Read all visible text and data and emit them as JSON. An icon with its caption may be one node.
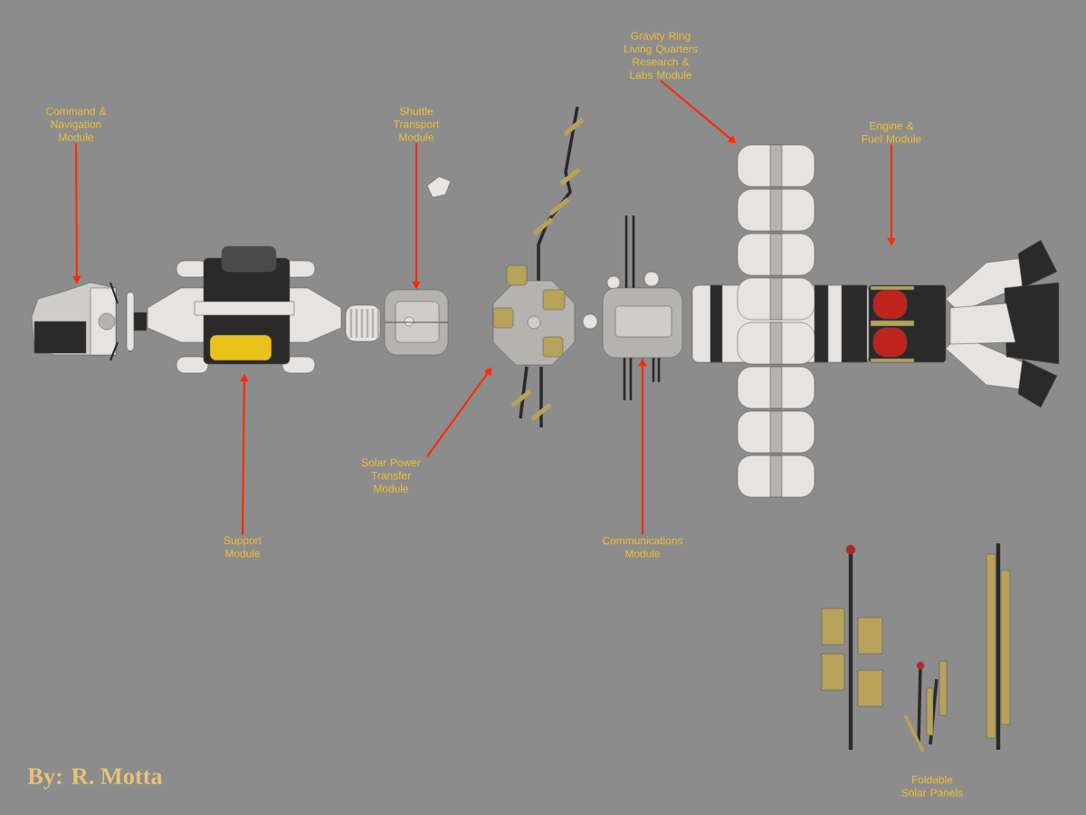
{
  "diagram": {
    "nodes": [
      {
        "text": [
          "Command & Navigation Module"
        ]
      },
      {
        "text": [
          "Shuttle Transport Module"
        ]
      },
      {
        "text": [
          "Gravity Ring Living Quarters Research & Labs Module"
        ]
      },
      {
        "text": [
          "Engine & Fuel Module"
        ]
      },
      {
        "text": [
          "Support Module"
        ]
      },
      {
        "text": [
          "Solar Power Transfer Module"
        ]
      },
      {
        "text": [
          "Communications Module"
        ]
      },
      {
        "text": [],
        "shape": "picture"
      },
      {
        "text": [],
        "shape": "picture"
      },
      {
        "text": [],
        "shape": "picture"
      },
      {
        "text": [],
        "shape": "picture"
      },
      {
        "text": [],
        "shape": "picture"
      },
      {
        "text": [],
        "shape": "picture"
      },
      {
        "text": [],
        "shape": "picture"
      }
    ],
    "edges": [
      {
        "from": 0,
        "to": 7,
        "arrow": "to"
      },
      {
        "from": 4,
        "to": 8,
        "arrow": "to"
      },
      {
        "from": 1,
        "to": 9,
        "arrow": "to"
      },
      {
        "from": 5,
        "to": 10,
        "arrow": "to"
      },
      {
        "from": 6,
        "to": 11,
        "arrow": "to"
      },
      {
        "from": 2,
        "to": 12,
        "arrow": "to"
      },
      {
        "from": 3,
        "to": 13,
        "arrow": "to"
      }
    ],
    "labels": [
      "Foldable Solar Panels",
      "By: R. Motta"
    ]
  }
}
